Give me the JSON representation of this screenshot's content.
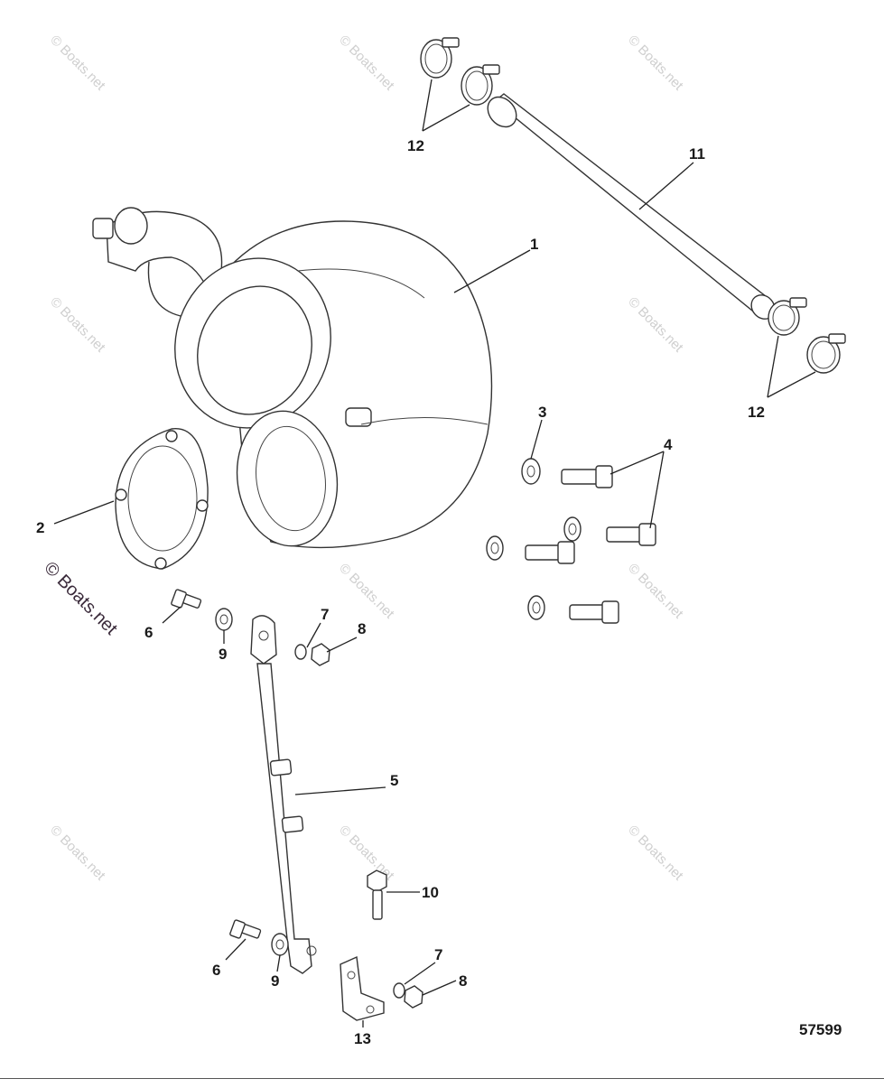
{
  "diagram": {
    "reference_number": "57599",
    "watermark_text": "© Boats.net",
    "callouts": {
      "c1": "1",
      "c2": "2",
      "c3": "3",
      "c4": "4",
      "c5": "5",
      "c6a": "6",
      "c6b": "6",
      "c7a": "7",
      "c7b": "7",
      "c8a": "8",
      "c8b": "8",
      "c9a": "9",
      "c9b": "9",
      "c10": "10",
      "c11": "11",
      "c12a": "12",
      "c12b": "12",
      "c13": "13"
    }
  },
  "colors": {
    "line": "#333333",
    "watermark": "#cfcfcf",
    "watermark_strong": "#3a2a3a"
  }
}
